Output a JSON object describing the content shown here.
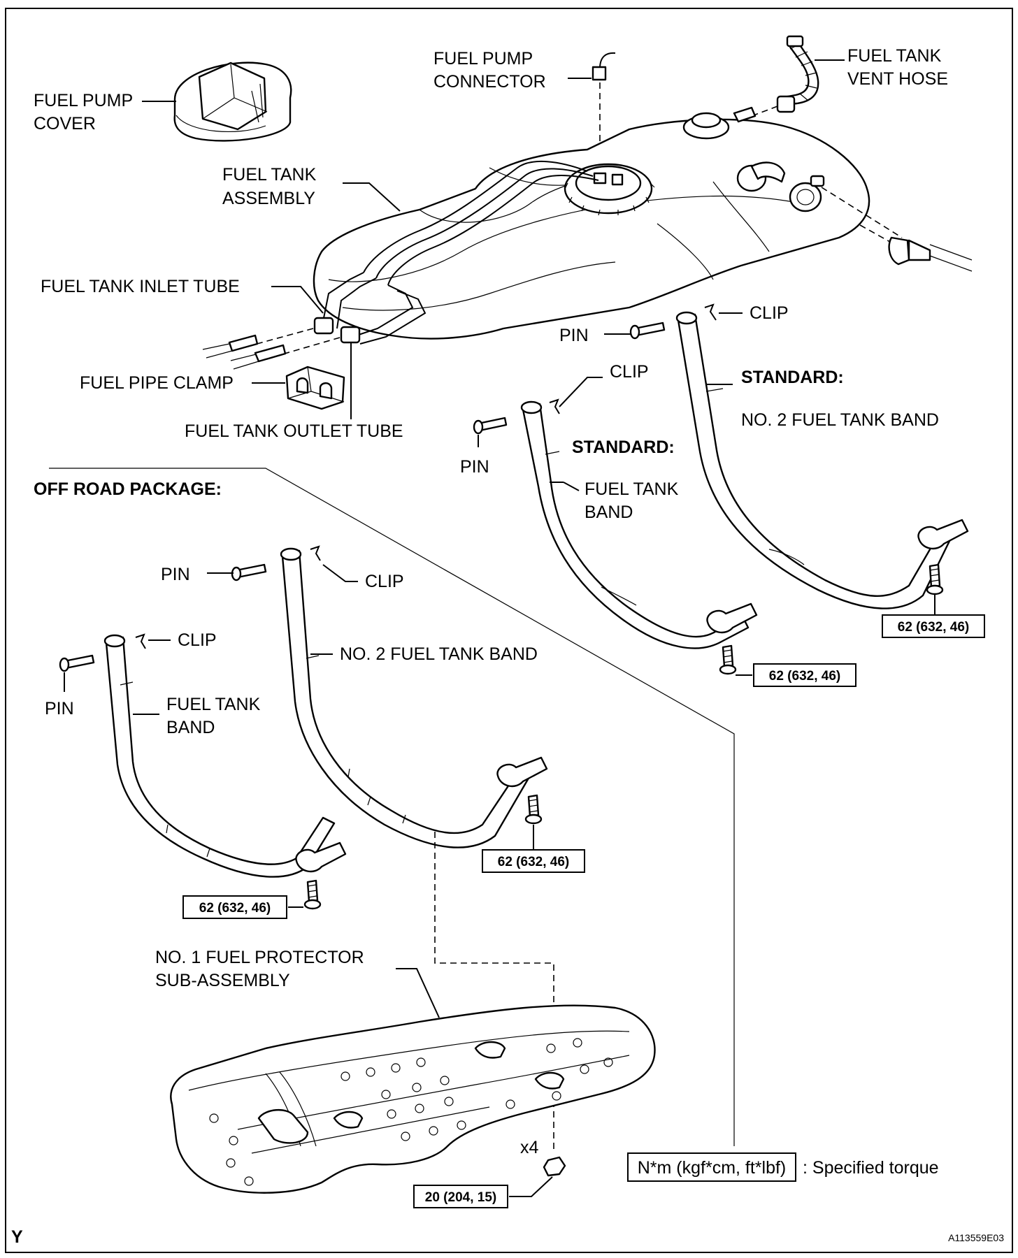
{
  "labels": {
    "fuel_pump_cover": [
      "FUEL PUMP",
      "COVER"
    ],
    "fuel_pump_connector": [
      "FUEL PUMP",
      "CONNECTOR"
    ],
    "fuel_tank_vent_hose": [
      "FUEL TANK",
      "VENT HOSE"
    ],
    "fuel_tank_assembly": [
      "FUEL TANK",
      "ASSEMBLY"
    ],
    "fuel_tank_inlet_tube": "FUEL TANK INLET TUBE",
    "fuel_pipe_clamp": "FUEL PIPE CLAMP",
    "fuel_tank_outlet_tube": "FUEL TANK OUTLET TUBE",
    "pin": "PIN",
    "clip": "CLIP",
    "standard": "STANDARD:",
    "no2_fuel_tank_band": "NO. 2 FUEL TANK BAND",
    "fuel_tank_band": [
      "FUEL TANK",
      "BAND"
    ],
    "off_road_package": "OFF ROAD PACKAGE:",
    "no1_fuel_protector": [
      "NO. 1 FUEL PROTECTOR",
      "SUB-ASSEMBLY"
    ],
    "quantity": "x4"
  },
  "torques": {
    "band_bolt": "62 (632, 46)",
    "protector_nut": "20 (204, 15)"
  },
  "legend": {
    "unit_box": "N*m (kgf*cm, ft*lbf)",
    "description": ": Specified torque"
  },
  "footer": {
    "corner_mark": "Y",
    "figure_code": "A113559E03"
  }
}
